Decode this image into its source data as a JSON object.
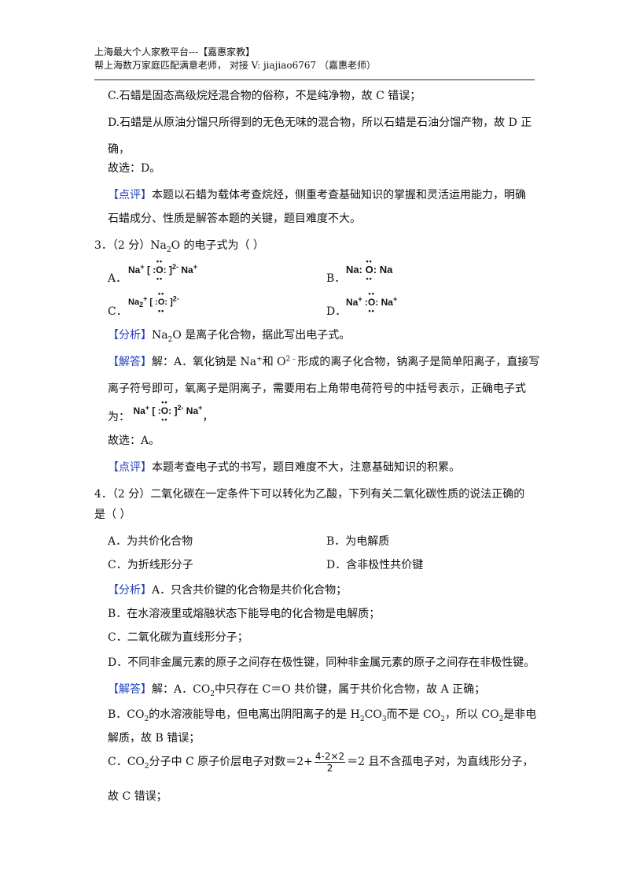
{
  "header": {
    "line1": "上海最大个人家教平台---【嘉惠家教】",
    "line2": "帮上海数万家庭匹配满意老师，  对接 V: jiajiao6767 （嘉惠老师）"
  },
  "q2": {
    "C": "C.石蜡是固态高级烷烃混合物的俗称，不是纯净物，故 C 错误；",
    "D1": "D.石蜡是从原油分馏只所得到的无色无味的混合物，所以石蜡是石油分馏产物，故 D 正",
    "D2": "确，",
    "choose": "故选：D。",
    "comment_tag": "【点评】",
    "comment1": "本题以石蜡为载体考查烷烃，侧重考查基础知识的掌握和灵活运用能力，明确",
    "comment2": "石蜡成分、性质是解答本题的关键，题目难度不大。"
  },
  "q3": {
    "stem_pre": "3．（2 分）Na",
    "stem_sub": "2",
    "stem_post": "O 的电子式为（        ）",
    "labelA": "A．",
    "labelB": "B．",
    "labelC": "C．",
    "labelD": "D．",
    "na": "Na",
    "o": "O",
    "plus": "+",
    "charge": "2-",
    "lbr": "[",
    "rbr": "]",
    "colon": ":",
    "dots": "••",
    "analysis_tag": "【分析】",
    "analysis_pre": "Na",
    "analysis_sub": "2",
    "analysis_post": "O 是离子化合物，据此写出电子式。",
    "answer_tag": "【解答】",
    "answer1_a": "解：A．氧化钠是 Na",
    "answer1_sup1": "+",
    "answer1_b": "和 O",
    "answer1_sup2": "2﹣",
    "answer1_c": "形成的离子化合物，钠离子是简单阳离子，直接写",
    "answer2": "离子符号即可，氧离子是阴离子，需要用右上角带电荷符号的中括号表示，正确电子式",
    "answer3_pre": "为：",
    "answer3_post": "，",
    "choose": "故选：A。",
    "comment_tag": "【点评】",
    "comment": "本题考查电子式的书写，题目难度不大，注意基础知识的积累。"
  },
  "q4": {
    "stem1": "4．（2 分）二氧化碳在一定条件下可以转化为乙酸，下列有关二氧化碳性质的说法正确的",
    "stem2": "是（        ）",
    "optA": "A．为共价化合物",
    "optB": "B．为电解质",
    "optC": "C．为折线形分子",
    "optD": "D．含非极性共价键",
    "analysis_tag": "【分析】",
    "analysisA": "A．只含共价键的化合物是共价化合物；",
    "analysisB": "B．在水溶液里或熔融状态下能导电的化合物是电解质；",
    "analysisC": "C．二氧化碳为直线形分子；",
    "analysisD": "D．不同非金属元素的原子之间存在极性键，同种非金属元素的原子之间存在非极性键。",
    "answer_tag": "【解答】",
    "answerA_pre": "解：A．CO",
    "answerA_sub": "2",
    "answerA_post": "中只存在 C＝O 共价键，属于共价化合物，故 A 正确；",
    "answerB1_a": "B．CO",
    "answerB1_sub1": "2",
    "answerB1_b": "的水溶液能导电，但电离出阴阳离子的是 H",
    "answerB1_sub2": "2",
    "answerB1_c": "CO",
    "answerB1_sub3": "3",
    "answerB1_d": "而不是 CO",
    "answerB1_sub4": "2",
    "answerB1_e": "，所以 CO",
    "answerB1_sub5": "2",
    "answerB1_f": "是非电",
    "answerB2": "解质，故 B 错误；",
    "answerC_a": "C．CO",
    "answerC_sub": "2",
    "answerC_b": "分子中 C 原子价层电子对数＝2+",
    "frac_num": "4-2×2",
    "frac_den": "2",
    "answerC_c": "＝2 且不含孤电子对，为直线形分子，",
    "answerC2": "故 C 错误；"
  }
}
